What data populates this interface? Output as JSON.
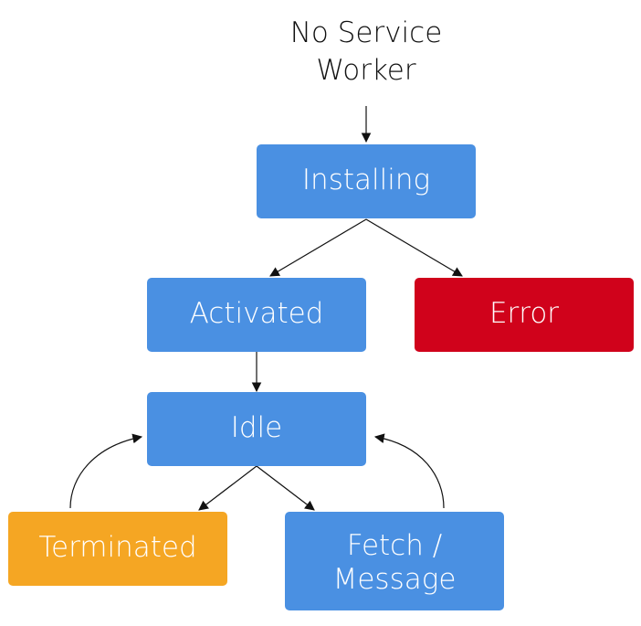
{
  "colors": {
    "state_blue": "#4a90e2",
    "error_red": "#d0021b",
    "terminated_orange": "#f5a623"
  },
  "diagram": {
    "start": {
      "line1": "No Service",
      "line2": "Worker"
    },
    "nodes": {
      "installing": "Installing",
      "activated": "Activated",
      "error": "Error",
      "idle": "Idle",
      "terminated": "Terminated",
      "fetch_line1": "Fetch /",
      "fetch_line2": "Message"
    }
  }
}
